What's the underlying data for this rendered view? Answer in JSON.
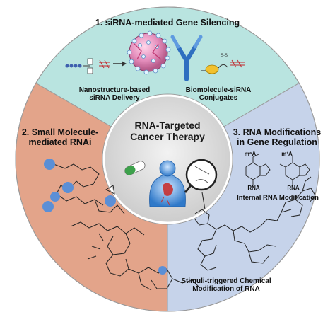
{
  "center": {
    "line1": "RNA-Targeted",
    "line2": "Cancer Therapy"
  },
  "sections": [
    {
      "id": "top",
      "title": "1. siRNA-mediated Gene Silencing",
      "captions": [
        {
          "line1": "Nanostructure-based",
          "line2": "siRNA Delivery"
        },
        {
          "line1": "Biomolecule-siRNA",
          "line2": "Conjugates"
        }
      ],
      "color": "#b9e4e0"
    },
    {
      "id": "left",
      "title_line1": "2. Small Molecule-",
      "title_line2": "mediated RNAi",
      "color": "#e3a48a"
    },
    {
      "id": "right",
      "title_line1": "3. RNA Modifications",
      "title_line2": "in Gene Regulation",
      "captions": [
        {
          "line1": "Internal RNA Modification"
        },
        {
          "line1": "Stimuli-triggered Chemical",
          "line2": "Modification of RNA"
        }
      ],
      "labels": {
        "m6a": "m⁶A",
        "m1a": "m¹A",
        "rna1": "RNA",
        "rna2": "RNA"
      },
      "color": "#c6d3ea"
    }
  ],
  "colors": {
    "ring_outline": "#8a8a8a",
    "center_fill": "#d9d9d9",
    "dots": "#5b8fd6"
  },
  "icons": [
    "nanoparticle-icon",
    "antibody-icon",
    "human-body-icon",
    "pill-icon",
    "magnifier-icon"
  ]
}
